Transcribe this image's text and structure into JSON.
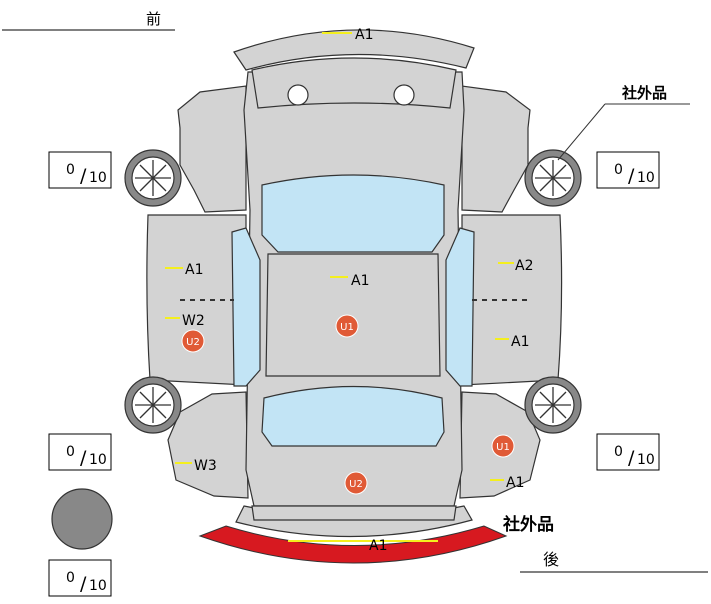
{
  "header": {
    "front_label": "前",
    "rear_label": "後"
  },
  "aftermarket": {
    "top_label": "社外品",
    "bottom_label": "社外品"
  },
  "tires": [
    {
      "id": "front-left",
      "tread": "0",
      "max": "10"
    },
    {
      "id": "front-right",
      "tread": "0",
      "max": "10"
    },
    {
      "id": "rear-left",
      "tread": "0",
      "max": "10"
    },
    {
      "id": "rear-right",
      "tread": "0",
      "max": "10"
    },
    {
      "id": "spare",
      "tread": "0",
      "max": "10"
    }
  ],
  "marks": [
    {
      "id": "front-bumper",
      "code": "A1"
    },
    {
      "id": "left-front-door",
      "code": "A1"
    },
    {
      "id": "left-rear-door",
      "code": "W2"
    },
    {
      "id": "left-rear-door-dent",
      "code": "U2"
    },
    {
      "id": "left-rear-fender",
      "code": "W3"
    },
    {
      "id": "roof",
      "code": "A1"
    },
    {
      "id": "roof-dent",
      "code": "U1"
    },
    {
      "id": "trunk-dent",
      "code": "U2"
    },
    {
      "id": "right-front-door",
      "code": "A2"
    },
    {
      "id": "right-rear-door",
      "code": "A1"
    },
    {
      "id": "right-rear-fender-dent",
      "code": "U1"
    },
    {
      "id": "right-rear-fender",
      "code": "A1"
    },
    {
      "id": "rear-bumper",
      "code": "A1"
    }
  ],
  "colors": {
    "body": "#d3d3d3",
    "glass": "#c2e4f5",
    "outline": "#333333",
    "mark_line": "#f4ef1e",
    "dent": "#e05a36",
    "aftermarket": "#d71920",
    "spare": "#888888"
  }
}
